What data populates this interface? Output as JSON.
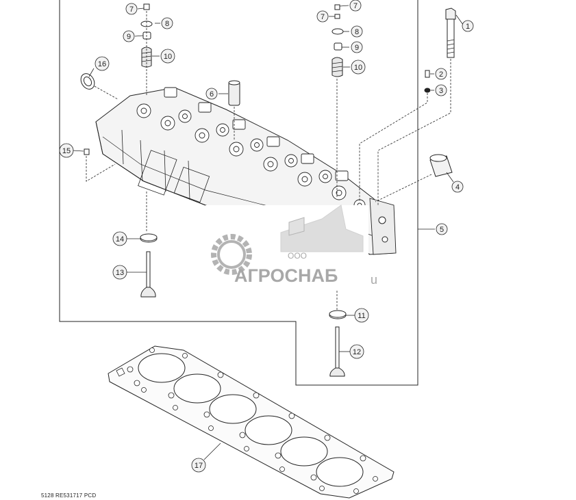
{
  "footer_code": "5128 RE531717 PCD",
  "watermark": {
    "company_prefix": "ООО",
    "company_name": "АГРОСНАБ",
    "suffix": "u"
  },
  "callouts": {
    "c1": "1",
    "c2": "2",
    "c3": "3",
    "c4": "4",
    "c5": "5",
    "c6": "6",
    "c7a": "7",
    "c7b": "7",
    "c7c": "7",
    "c8a": "8",
    "c8b": "8",
    "c9a": "9",
    "c9b": "9",
    "c10a": "10",
    "c10b": "10",
    "c11": "11",
    "c12": "12",
    "c13": "13",
    "c14": "14",
    "c15": "15",
    "c16": "16",
    "c17": "17"
  },
  "colors": {
    "line": "#222222",
    "callout_fill": "#f2f2f2",
    "watermark": "#9a9a9a"
  }
}
